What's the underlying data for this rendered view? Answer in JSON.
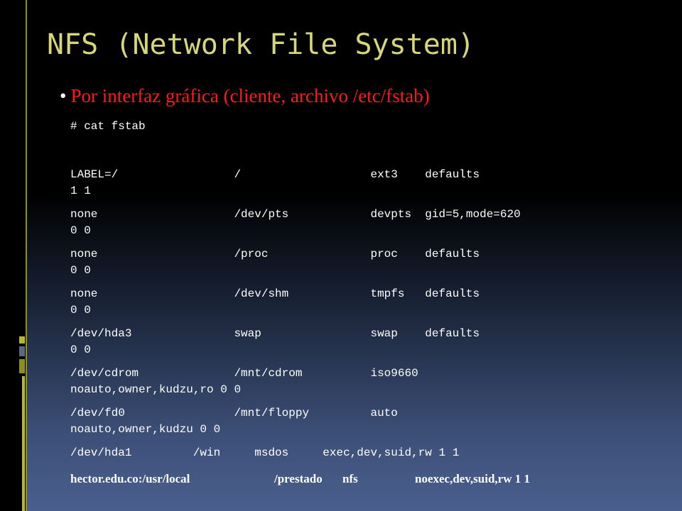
{
  "slide": {
    "title": "NFS (Network File System)",
    "bullet": "Por interfaz gráfica (cliente, archivo /etc/fstab)",
    "command": "# cat fstab",
    "rows": [
      {
        "line1": "LABEL=/                 /                   ext3    defaults",
        "line2": "1 1"
      },
      {
        "line1": "none                    /dev/pts            devpts  gid=5,mode=620",
        "line2": "0 0"
      },
      {
        "line1": "none                    /proc               proc    defaults",
        "line2": "0 0"
      },
      {
        "line1": "none                    /dev/shm            tmpfs   defaults",
        "line2": "0 0"
      },
      {
        "line1": "/dev/hda3               swap                swap    defaults",
        "line2": "0 0"
      },
      {
        "line1": "/dev/cdrom              /mnt/cdrom          iso9660",
        "line2": "noauto,owner,kudzu,ro 0 0"
      },
      {
        "line1": "/dev/fd0                /mnt/floppy         auto",
        "line2": "noauto,owner,kudzu 0 0"
      }
    ],
    "hda1_line": "/dev/hda1         /win     msdos     exec,dev,suid,rw 1 1",
    "nfs_line": {
      "source": "hector.edu.co:/usr/local",
      "mount": "/prestado",
      "type": "nfs",
      "options": "noexec,dev,suid,rw 1 1"
    }
  },
  "colors": {
    "title": "#d7d77a",
    "bullet": "#ff1a1a",
    "accent_olive": "#8f8f1f",
    "accent_slate": "#5a6a80"
  }
}
